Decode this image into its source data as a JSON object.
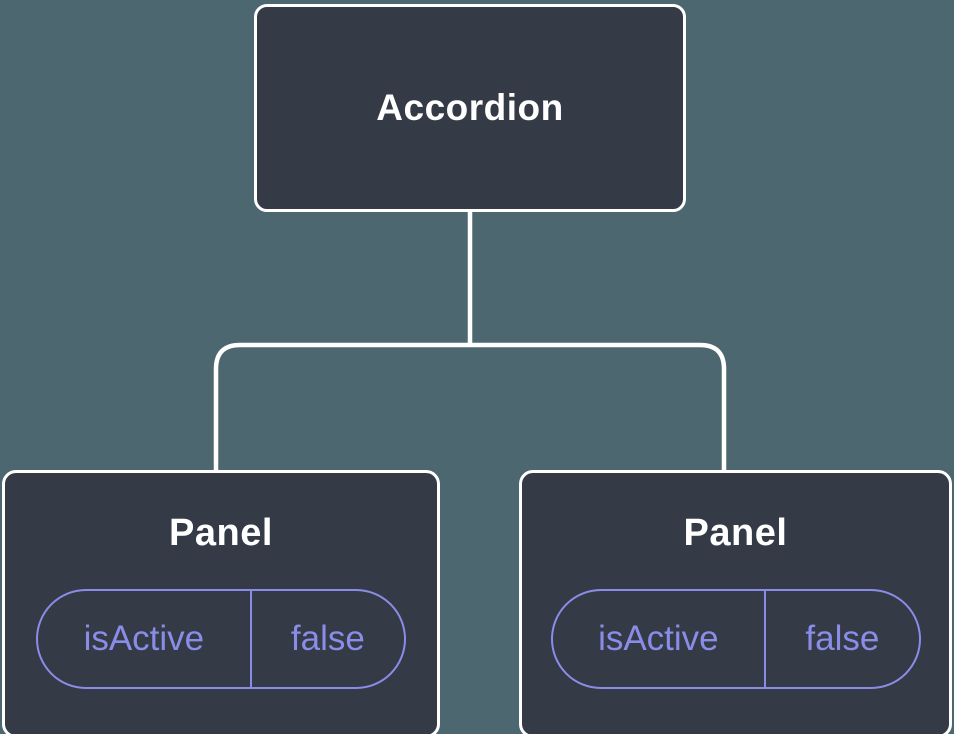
{
  "tree": {
    "root": {
      "label": "Accordion",
      "children": [
        {
          "label": "Panel",
          "props": [
            {
              "name": "isActive",
              "value": "false"
            }
          ]
        },
        {
          "label": "Panel",
          "props": [
            {
              "name": "isActive",
              "value": "false"
            }
          ]
        }
      ]
    },
    "colors": {
      "background": "#4d6771",
      "node_fill": "#343a46",
      "node_border": "#ffffff",
      "node_text": "#ffffff",
      "connector": "#ffffff",
      "state_accent": "#8a8de8"
    }
  }
}
